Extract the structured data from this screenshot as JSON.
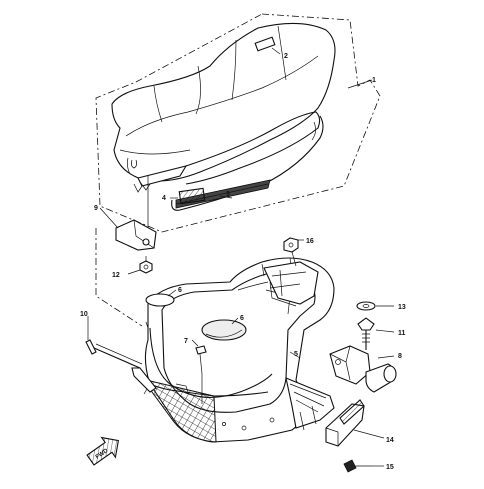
{
  "callouts": {
    "c1": "1",
    "c2": "2",
    "c3": "3",
    "c4": "4",
    "c5": "5",
    "c6a": "6",
    "c6b": "6",
    "c7": "7",
    "c8": "8",
    "c9": "9",
    "c10": "10",
    "c11": "11",
    "c12": "12",
    "c13": "13",
    "c14": "14",
    "c15": "15",
    "c16": "16"
  },
  "direction_arrow": {
    "label": "FWD"
  }
}
